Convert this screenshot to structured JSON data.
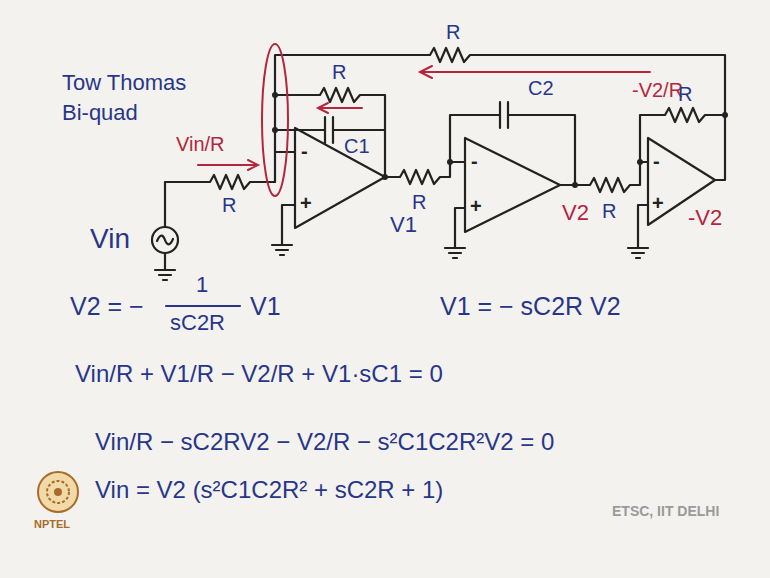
{
  "diagram": {
    "title": "Tow Thomas Bi-quad",
    "labels": [
      "R",
      "-V2/R",
      "R",
      "C1",
      "Vin/R",
      "R",
      "Vin",
      "-",
      "+",
      "V1",
      "R",
      "C2",
      "-",
      "+",
      "V2",
      "R",
      "R",
      "-",
      "+",
      "-V2",
      "V2 = −",
      "1",
      "sC2R",
      "V1",
      "V1 = − sC2R V2",
      "Vin/R + V1/R − V2/R + V1·sC1 = 0",
      "Vin/R − sC2RV2 − V2/R − s²C1C2R²V2 = 0",
      "Vin = V2 (s²C1C2R² + sC2R + 1)",
      "NPTEL",
      "ETSC, IIT DELHI"
    ]
  }
}
